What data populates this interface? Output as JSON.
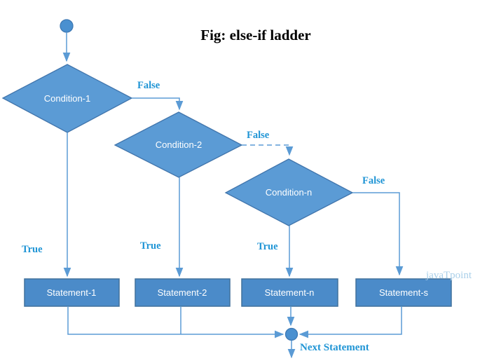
{
  "title": "Fig: else-if ladder",
  "watermark": "javaTpoint",
  "diagram": {
    "type": "flowchart",
    "nodes": {
      "start": {
        "shape": "circle"
      },
      "condition1": {
        "label": "Condition-1",
        "shape": "diamond"
      },
      "condition2": {
        "label": "Condition-2",
        "shape": "diamond"
      },
      "condition_n": {
        "label": "Condition-n",
        "shape": "diamond"
      },
      "statement1": {
        "label": "Statement-1",
        "shape": "rect"
      },
      "statement2": {
        "label": "Statement-2",
        "shape": "rect"
      },
      "statement_n": {
        "label": "Statement-n",
        "shape": "rect"
      },
      "statement_s": {
        "label": "Statement-s",
        "shape": "rect"
      },
      "merge": {
        "shape": "circle"
      }
    },
    "edges": {
      "false1": {
        "label": "False",
        "style": "solid"
      },
      "false2": {
        "label": "False",
        "style": "dashed"
      },
      "false3": {
        "label": "False",
        "style": "solid"
      },
      "true1": {
        "label": "True"
      },
      "true2": {
        "label": "True"
      },
      "true3": {
        "label": "True"
      },
      "next_statement": {
        "label": "Next Statement"
      }
    },
    "colors": {
      "diamond_fill": "#5b9bd5",
      "rect_fill": "#4b8bc9",
      "shape_stroke": "#41719c",
      "connector": "#5b9bd5",
      "edge_label": "#2095d5",
      "title": "#000000",
      "watermark": "#a9cfe9"
    }
  }
}
